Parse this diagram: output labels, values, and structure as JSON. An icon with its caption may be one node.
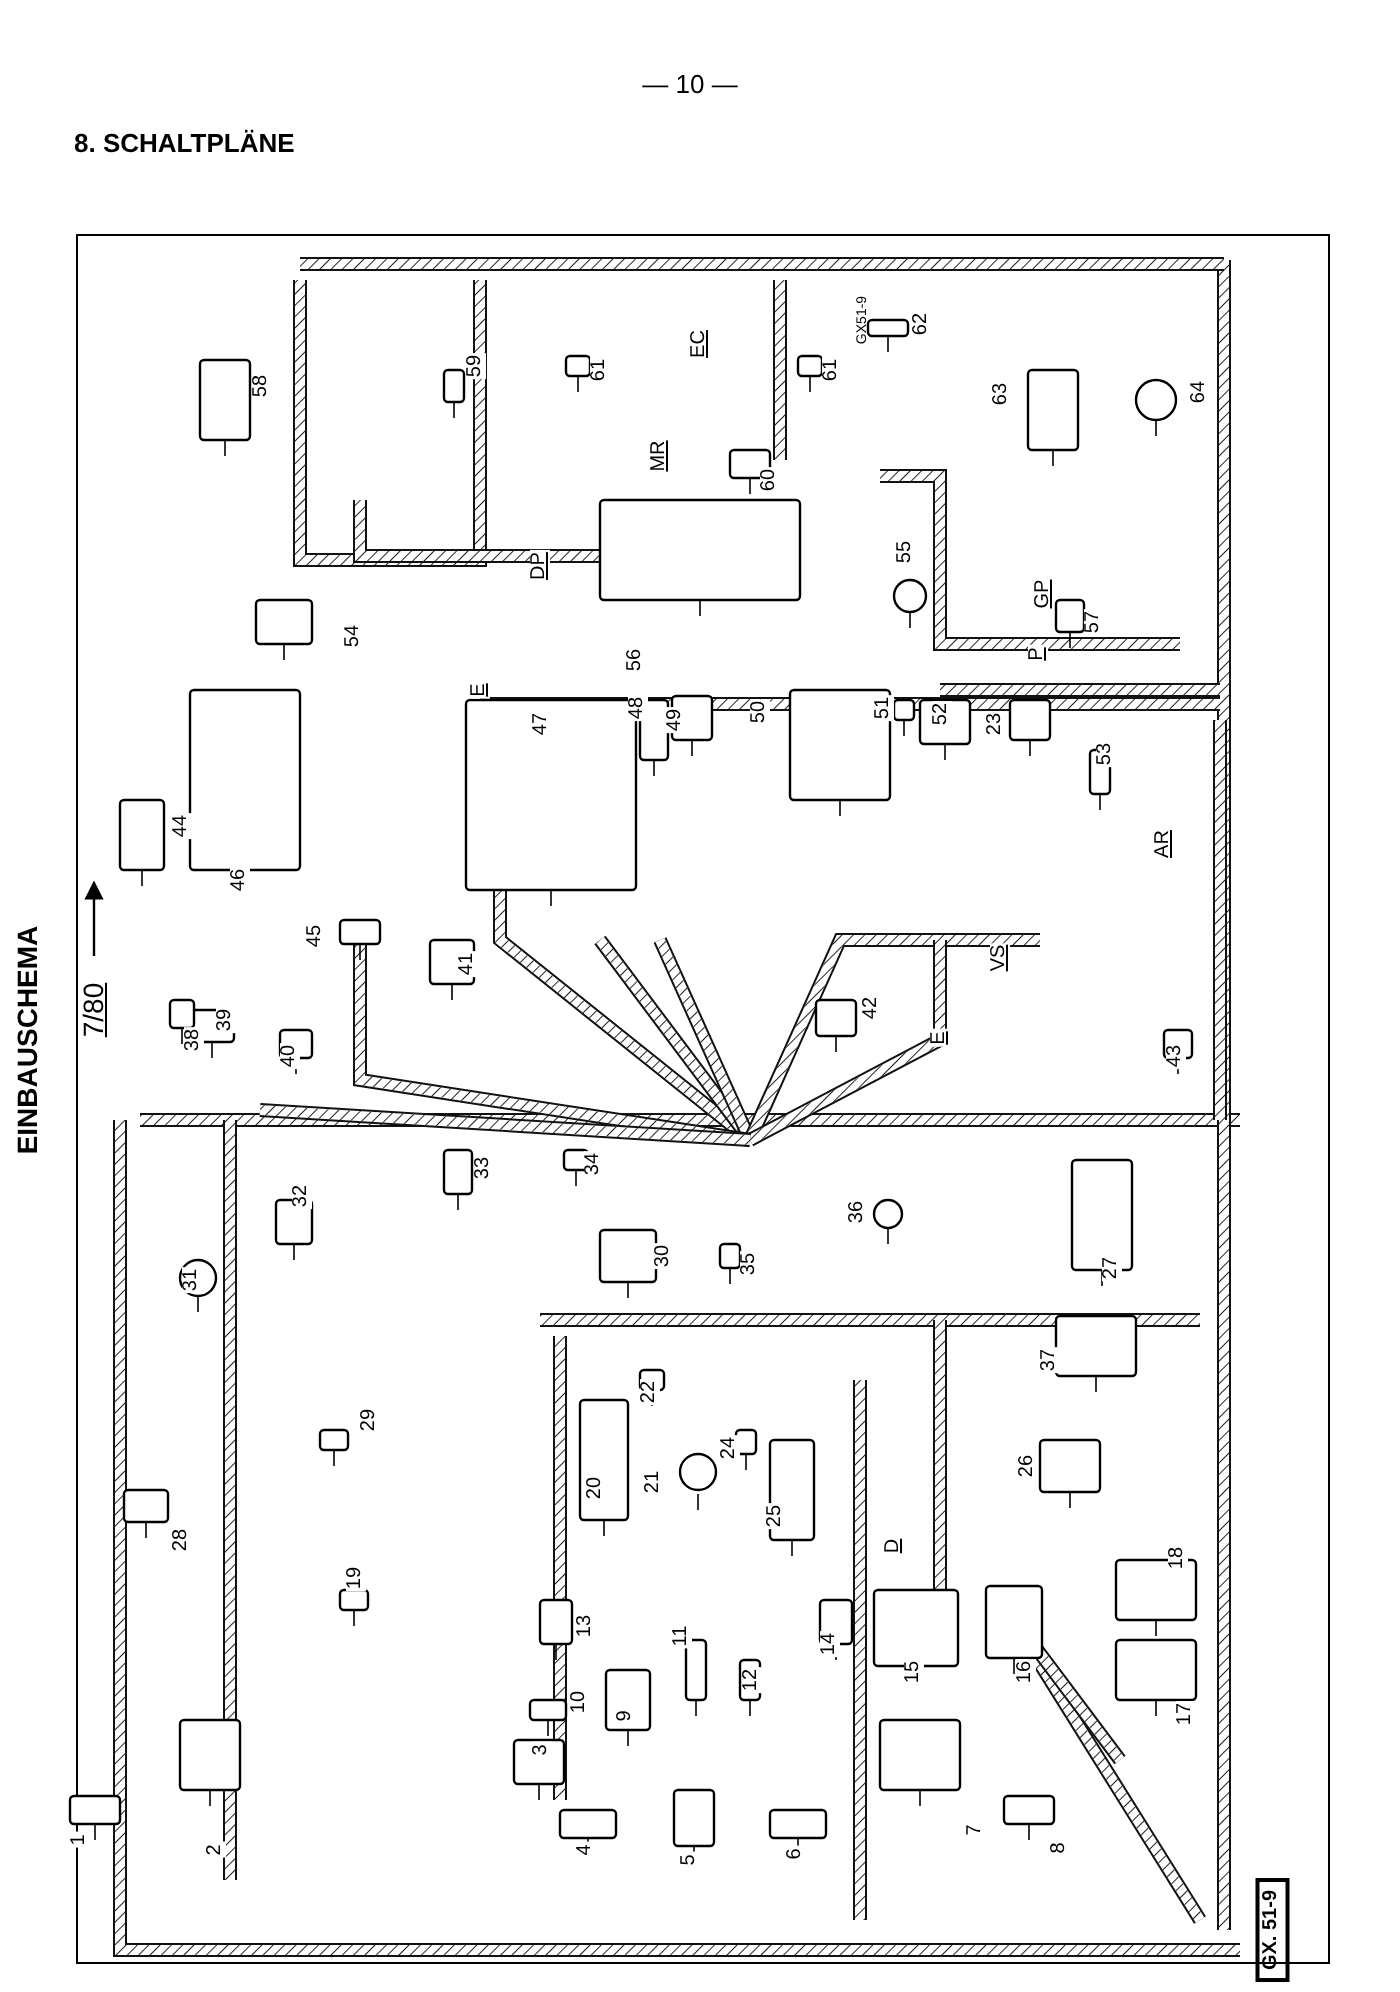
{
  "diagram": {
    "title": "8. SCHALTPLÄNE",
    "labels": [
      "— 10 —",
      "EINBAUSCHEMA",
      "7/80",
      "GX51-9",
      "58",
      "59",
      "61",
      "61",
      "62",
      "EC",
      "63",
      "64",
      "MR",
      "60",
      "DP",
      "55",
      "56",
      "54",
      "57",
      "GP",
      "P",
      "E",
      "47",
      "48",
      "49",
      "50",
      "51",
      "52",
      "23",
      "53",
      "44",
      "46",
      "AR",
      "45",
      "41",
      "42",
      "VS",
      "39",
      "38",
      "E",
      "40",
      "43",
      "33",
      "34",
      "32",
      "36",
      "31",
      "27",
      "30",
      "35",
      "37",
      "22",
      "29",
      "24",
      "20",
      "21",
      "26",
      "25",
      "28",
      "D",
      "19",
      "15",
      "16",
      "18",
      "13",
      "11",
      "14",
      "12",
      "10",
      "9",
      "17",
      "3",
      "1",
      "2",
      "4",
      "5",
      "6",
      "7",
      "8",
      "GX. 51-9"
    ]
  }
}
